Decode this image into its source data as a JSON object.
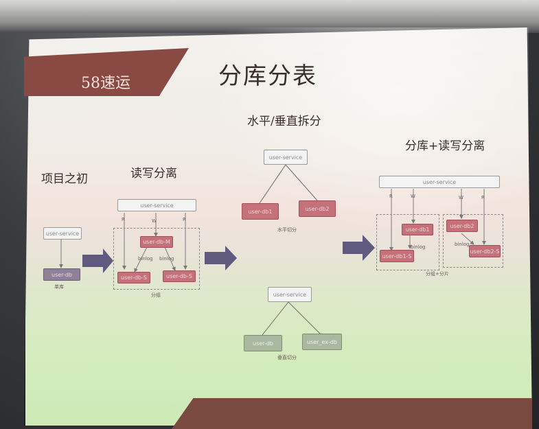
{
  "banner": {
    "label": "58速运"
  },
  "title": "分库分表",
  "sections": {
    "initial": "项目之初",
    "read_write": "读写分离",
    "horizontal_vertical": "水平/垂直拆分",
    "sharding_rw": "分库+读写分离"
  },
  "initial": {
    "service": "user-service",
    "db": "user-db",
    "caption": "单库"
  },
  "read_write": {
    "service": "user-service",
    "master": "user-db-M",
    "slave1": "user-db-S",
    "slave2": "user-db-S",
    "r1": "R",
    "w": "W",
    "r2": "R",
    "binlog1": "binlog",
    "binlog2": "binlog",
    "caption": "分组"
  },
  "horizontal": {
    "service": "user-service",
    "db1": "user-db1",
    "db2": "user-db2",
    "caption": "水平切分"
  },
  "vertical": {
    "service": "user-service",
    "db1": "user-db",
    "db2": "user_ex-db",
    "caption": "垂直切分"
  },
  "sharding": {
    "service": "user-service",
    "r1": "R",
    "w1": "W",
    "w2": "W",
    "r2": "R",
    "db1": "user-db1",
    "db1s": "user-db1-S",
    "db2": "user-db2",
    "db2s": "user-db2-S",
    "binlog1": "binlog",
    "binlog2": "binlog",
    "caption": "分组+分片"
  },
  "colors": {
    "banner": "#8a4a44",
    "pink_node": "#c57179",
    "purple_node": "#8f7f99",
    "green_node": "#a9b9a0",
    "arrow": "#5f5a7e"
  }
}
